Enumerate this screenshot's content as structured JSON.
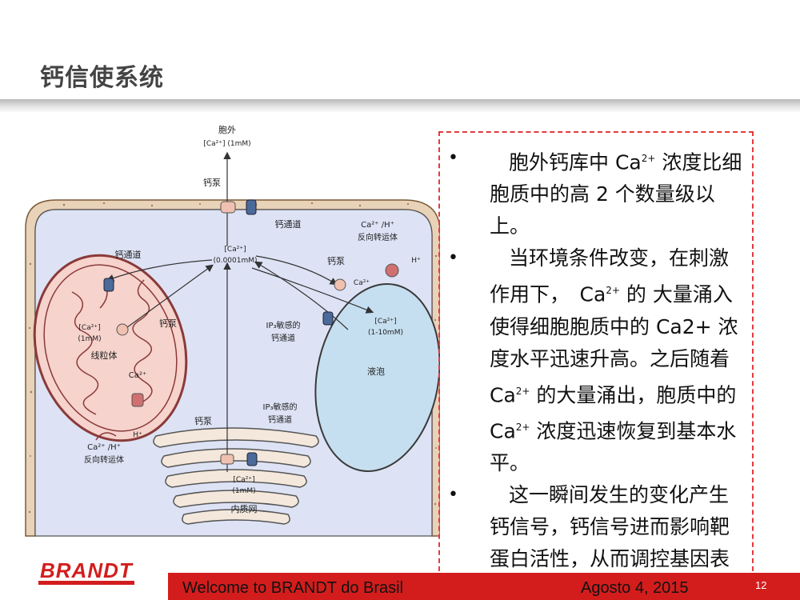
{
  "slide": {
    "title": "钙信使系统",
    "page_number": "12"
  },
  "footer": {
    "logo": "BRANDT",
    "welcome": "Welcome to BRANDT do Brasil",
    "date": "Agosto 4, 2015"
  },
  "diagram": {
    "extracellular": "胞外",
    "extracellular_conc": "[Ca²⁺] (1mM)",
    "pump_top": "钙泵",
    "channel_top": "钙通道",
    "antiporter_vacuole_line1": "Ca²⁺ /H⁺",
    "antiporter_vacuole_line2": "反向转运体",
    "h_plus_right": "H⁺",
    "cytosol_conc_line1": "[Ca²⁺]",
    "cytosol_conc_line2": "(0.0001mM)",
    "mito_channel": "钙通道",
    "mito_pump": "钙泵",
    "mito_conc_line1": "[Ca²⁺]",
    "mito_conc_line2": "(1mM)",
    "mito_label": "线粒体",
    "mito_ca": "Ca²⁺",
    "mito_h": "H⁺",
    "mito_antiporter_line1": "Ca²⁺ /H⁺",
    "mito_antiporter_line2": "反向转运体",
    "vacuole_pump": "钙泵",
    "vacuole_ca": "Ca²⁺",
    "ip3_vacuole_line1": "IP₃敏感的",
    "ip3_vacuole_line2": "钙通道",
    "vacuole_conc_line1": "[Ca²⁺]",
    "vacuole_conc_line2": "(1-10mM)",
    "vacuole_label": "液泡",
    "er_pump": "钙泵",
    "ip3_er_line1": "IP₃敏感的",
    "ip3_er_line2": "钙通道",
    "er_conc_line1": "[Ca²⁺]",
    "er_conc_line2": "(1mM)",
    "er_label": "内质网"
  },
  "bullets": [
    {
      "marker": "•",
      "runs": [
        {
          "t": "胞外钙库中 Ca"
        },
        {
          "sup": "2+"
        },
        {
          "t": " 浓度比细胞质中的高 2 个数量级以上。"
        }
      ]
    },
    {
      "marker": "•",
      "runs": [
        {
          "t": "当环境条件改变，在刺激作用下，　Ca"
        },
        {
          "sup": "2+"
        },
        {
          "t": " 的 大量涌入使得细胞胞质中的 Ca2+ 浓度水平迅速升高。之后随着 Ca"
        },
        {
          "sup": "2+"
        },
        {
          "t": " 的大量涌出，胞质中的 Ca"
        },
        {
          "sup": "2+"
        },
        {
          "t": " 浓度迅速恢复到基本水平。"
        }
      ]
    },
    {
      "marker": "•",
      "runs": [
        {
          "t": "这一瞬间发生的变化产生钙信号，钙信号进而影响靶蛋白活性，从而调控基因表达和生理反应。"
        }
      ]
    }
  ],
  "colors": {
    "accent_red": "#d31d1d",
    "cytosol_blue": "#dde3f5",
    "mito_pink": "#f6d3cc",
    "vacuole_blue": "#c6dff0",
    "er_cream": "#f4e8dc",
    "wall_tan": "#e8d2b8"
  }
}
